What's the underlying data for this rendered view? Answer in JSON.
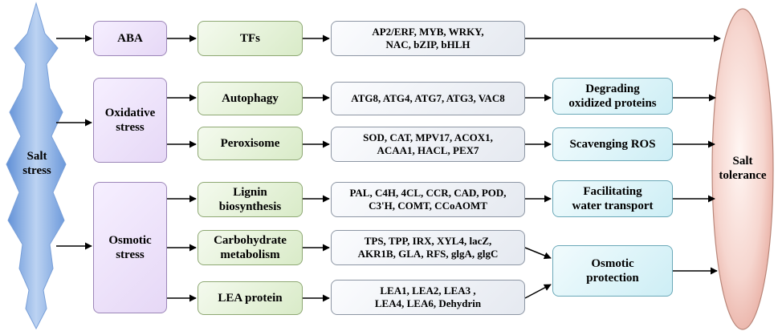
{
  "input": {
    "line1": "Salt",
    "line2": "stress"
  },
  "output": {
    "line1": "Salt",
    "line2": "tolerance"
  },
  "stresses": {
    "aba": "ABA",
    "oxidative": {
      "line1": "Oxidative",
      "line2": "stress"
    },
    "osmotic": {
      "line1": "Osmotic",
      "line2": "stress"
    }
  },
  "pathways": {
    "tfs": "TFs",
    "autophagy": "Autophagy",
    "peroxisome": "Peroxisome",
    "lignin": {
      "line1": "Lignin",
      "line2": "biosynthesis"
    },
    "carbohydrate": {
      "line1": "Carbohydrate",
      "line2": "metabolism"
    },
    "lea": "LEA protein"
  },
  "genes": {
    "tfs": {
      "line1": "AP2/ERF, MYB, WRKY,",
      "line2": "NAC, bZIP, bHLH"
    },
    "autophagy": {
      "line1": "ATG8, ATG4, ATG7, ATG3, VAC8"
    },
    "peroxisome": {
      "line1": "SOD, CAT, MPV17, ACOX1,",
      "line2": "ACAA1, HACL, PEX7"
    },
    "lignin": {
      "line1": "PAL, C4H, 4CL, CCR, CAD, POD,",
      "line2": "C3'H, COMT, CCoAOMT"
    },
    "carbohydrate": {
      "line1": "TPS, TPP, IRX, XYL4, lacZ,",
      "line2": "AKR1B, GLA, RFS, glgA, glgC"
    },
    "lea": {
      "line1": "LEA1, LEA2, LEA3 ,",
      "line2": "LEA4, LEA6, Dehydrin"
    }
  },
  "functions": {
    "degrading": {
      "line1": "Degrading",
      "line2": "oxidized proteins"
    },
    "scavenging": "Scavenging ROS",
    "facilitating": {
      "line1": "Facilitating",
      "line2": "water transport"
    },
    "osmotic_protection": {
      "line1": "Osmotic",
      "line2": "protection"
    }
  },
  "colors": {
    "stress_fill": "#e6d8f6",
    "pathway_fill": "#d9ebc8",
    "gene_fill": "#e5e9f0",
    "function_fill": "#cdeef5",
    "salt_stress_shape": "#8aaee0",
    "salt_tolerance_shape": "#f2c9c3"
  }
}
